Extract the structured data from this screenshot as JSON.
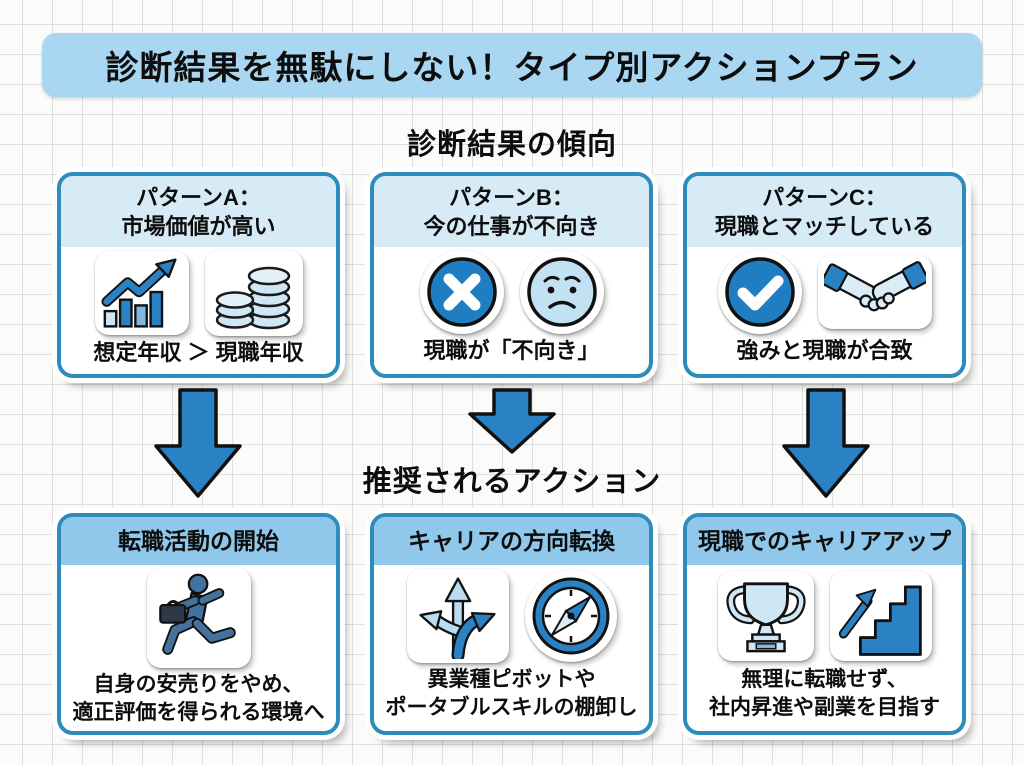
{
  "banner": {
    "title": "診断結果を無駄にしない！タイプ別アクションプラン"
  },
  "headings": {
    "diagnosis_trend": "診断結果の傾向",
    "recommended_action": "推奨されるアクション"
  },
  "pattern_cards": [
    {
      "title_line1": "パターンA：",
      "title_line2": "市場価値が高い",
      "caption": "想定年収 ＞ 現職年収",
      "icons": [
        "bar-chart-growth-icon",
        "coin-stack-icon"
      ]
    },
    {
      "title_line1": "パターンB：",
      "title_line2": "今の仕事が不向き",
      "caption": "現職が「不向き」",
      "icons": [
        "x-circle-icon",
        "worried-face-icon"
      ]
    },
    {
      "title_line1": "パターンC：",
      "title_line2": "現職とマッチしている",
      "caption": "強みと現職が合致",
      "icons": [
        "check-circle-icon",
        "handshake-icon"
      ]
    }
  ],
  "action_cards": [
    {
      "title": "転職活動の開始",
      "caption_line1": "自身の安売りをやめ、",
      "caption_line2": "適正評価を得られる環境へ",
      "icons": [
        "running-businessman-icon"
      ]
    },
    {
      "title": "キャリアの方向転換",
      "caption_line1": "異業種ピボットや",
      "caption_line2": "ポータブルスキルの棚卸し",
      "icons": [
        "branching-arrows-icon",
        "compass-icon"
      ]
    },
    {
      "title": "現職でのキャリアアップ",
      "caption_line1": "無理に転職せず、",
      "caption_line2": "社内昇進や副業を目指す",
      "icons": [
        "trophy-icon",
        "stairs-growth-icon"
      ]
    }
  ],
  "colors": {
    "banner_bg": "#a9d6f0",
    "card_border": "#2e8cba",
    "pattern_header_bg": "#d7ebf7",
    "action_header_bg": "#8fc8ea",
    "arrow_blue": "#2a82c4",
    "icon_blue": "#1f7dc2",
    "icon_light_blue": "#cfe6f5",
    "text": "#0d0d0d",
    "paper": "#fbfbf9",
    "grid_line": "#dcdee0"
  }
}
